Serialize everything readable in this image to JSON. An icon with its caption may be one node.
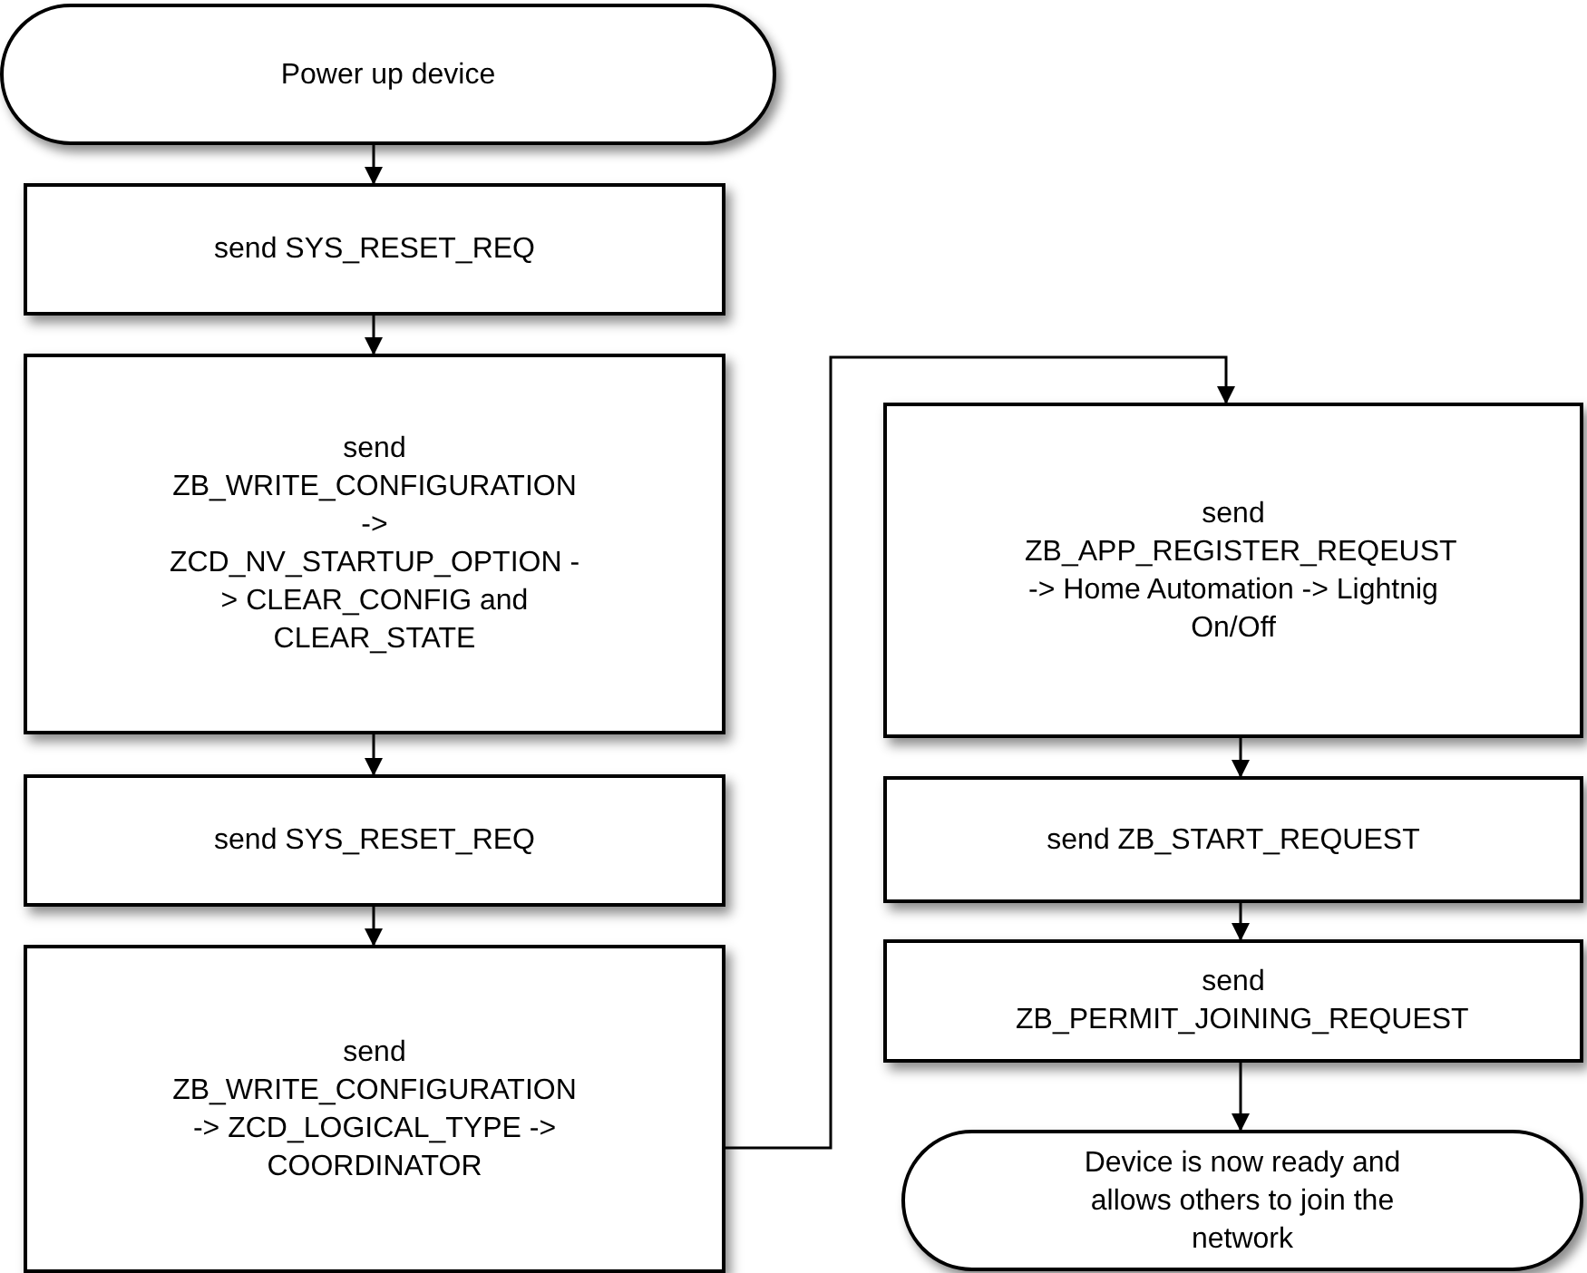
{
  "diagram": {
    "nodes": [
      {
        "text": [
          "Power up device"
        ]
      },
      {
        "text": [
          "send SYS_RESET_REQ"
        ]
      },
      {
        "text": [
          "send ZB_WRITE_CONFIGURATION -> ZCD_NV_STARTUP_OPTION -> CLEAR_CONFIG and CLEAR_STATE"
        ]
      },
      {
        "text": [
          "send SYS_RESET_REQ"
        ]
      },
      {
        "text": [
          "send ZB_WRITE_CONFIGURATION -> ZCD_LOGICAL_TYPE -> COORDINATOR"
        ]
      },
      {
        "text": [
          "send ZB_APP_REGISTER_REQEUST -> Home Automation -> Lightnig On/Off"
        ]
      },
      {
        "text": [
          "send ZB_START_REQUEST"
        ]
      },
      {
        "text": [
          "send ZB_PERMIT_JOINING_REQUEST"
        ]
      },
      {
        "text": [
          "Device is now ready and allows others to join the network"
        ]
      }
    ],
    "edges": [
      {
        "from": 0,
        "to": 1,
        "arrow": "to"
      },
      {
        "from": 1,
        "to": 2,
        "arrow": "to"
      },
      {
        "from": 2,
        "to": 3,
        "arrow": "to"
      },
      {
        "from": 3,
        "to": 4,
        "arrow": "to"
      },
      {
        "from": 4,
        "to": 5,
        "arrow": "to"
      },
      {
        "from": 5,
        "to": 6,
        "arrow": "to"
      },
      {
        "from": 6,
        "to": 7,
        "arrow": "to"
      },
      {
        "from": 7,
        "to": 8,
        "arrow": "to"
      }
    ]
  }
}
